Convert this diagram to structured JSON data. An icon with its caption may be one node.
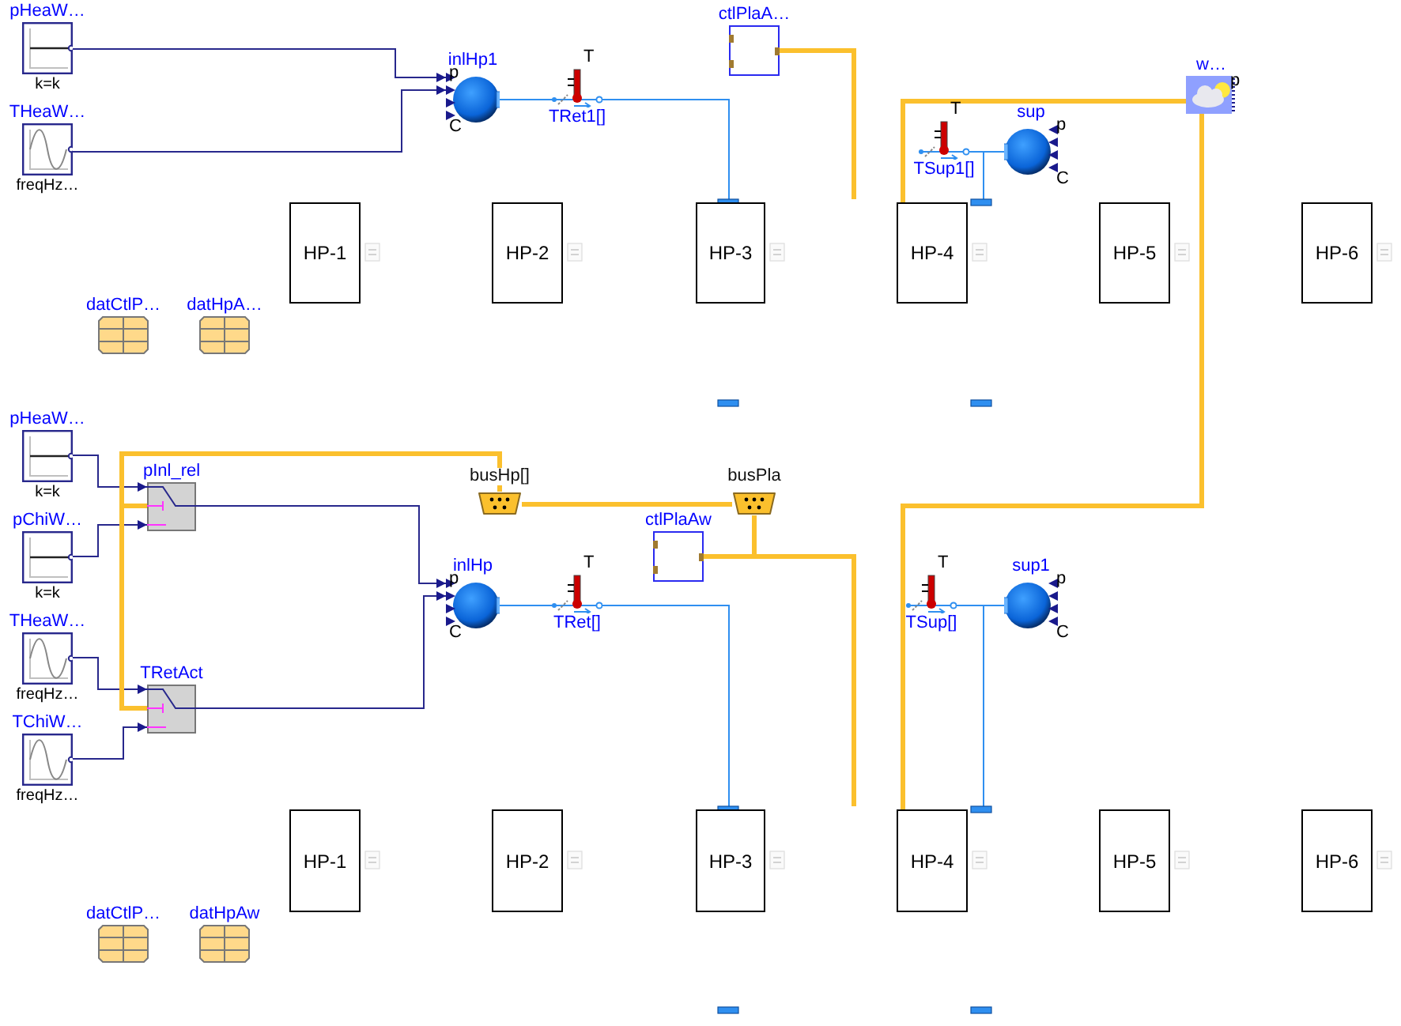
{
  "diagram": {
    "nodes": [
      {
        "text": [
          "pHeaW…",
          "k=k"
        ]
      },
      {
        "text": [
          "THeaW…",
          "freqHz…"
        ]
      },
      {
        "text": [
          "inlHp1"
        ],
        "beside": [
          "p",
          "C"
        ]
      },
      {
        "text": [
          "TRet1[]"
        ],
        "beside": [
          "T"
        ]
      },
      {
        "text": [
          "ctlPlaA…"
        ]
      },
      {
        "text": [
          "w…"
        ],
        "beside": [
          "p"
        ]
      },
      {
        "text": [
          "TSup1[]"
        ],
        "beside": [
          "T"
        ]
      },
      {
        "text": [
          "sup"
        ],
        "beside": [
          "p",
          "C"
        ]
      },
      {
        "text": [
          "HP-1"
        ]
      },
      {
        "text": [
          "HP-2"
        ]
      },
      {
        "text": [
          "HP-3"
        ]
      },
      {
        "text": [
          "HP-4"
        ]
      },
      {
        "text": [
          "HP-5"
        ]
      },
      {
        "text": [
          "HP-6"
        ]
      },
      {
        "text": [
          "datCtlP…"
        ]
      },
      {
        "text": [
          "datHpA…"
        ]
      },
      {
        "text": [
          "pHeaW…",
          "k=k"
        ]
      },
      {
        "text": [
          "pChiW…",
          "k=k"
        ]
      },
      {
        "text": [
          "THeaW…",
          "freqHz…"
        ]
      },
      {
        "text": [
          "TChiW…",
          "freqHz…"
        ]
      },
      {
        "text": [
          "pInl_rel"
        ]
      },
      {
        "text": [
          "TRetAct"
        ]
      },
      {
        "text": [
          "busHp[]"
        ]
      },
      {
        "text": [
          "busPla"
        ]
      },
      {
        "text": [
          "ctlPlaAw"
        ]
      },
      {
        "text": [
          "inlHp"
        ],
        "beside": [
          "p",
          "C"
        ]
      },
      {
        "text": [
          "TRet[]"
        ],
        "beside": [
          "T"
        ]
      },
      {
        "text": [
          "TSup[]"
        ],
        "beside": [
          "T"
        ]
      },
      {
        "text": [
          "sup1"
        ],
        "beside": [
          "p",
          "C"
        ]
      },
      {
        "text": [
          "HP-1"
        ]
      },
      {
        "text": [
          "HP-2"
        ]
      },
      {
        "text": [
          "HP-3"
        ]
      },
      {
        "text": [
          "HP-4"
        ]
      },
      {
        "text": [
          "HP-5"
        ]
      },
      {
        "text": [
          "HP-6"
        ]
      },
      {
        "text": [
          "datCtlP…"
        ]
      },
      {
        "text": [
          "datHpAw"
        ]
      }
    ],
    "edges": [
      {
        "from": 0,
        "to": 2,
        "arrow": "to",
        "color": "#28288c"
      },
      {
        "from": 1,
        "to": 2,
        "arrow": "to",
        "color": "#28288c"
      },
      {
        "from": 2,
        "to": 3,
        "arrow": "none",
        "color": "#2f8ff0"
      },
      {
        "from": 3,
        "to": 10,
        "arrow": "none",
        "color": "#2f8ff0"
      },
      {
        "from": 4,
        "to": null,
        "arrow": "none",
        "style": "thick",
        "color": "#fbc02d"
      },
      {
        "from": 5,
        "to": 11,
        "arrow": "none",
        "style": "thick",
        "color": "#fbc02d"
      },
      {
        "from": 5,
        "to": 32,
        "arrow": "none",
        "style": "thick",
        "color": "#fbc02d"
      },
      {
        "from": 11,
        "to": 7,
        "arrow": "none",
        "color": "#2f8ff0"
      },
      {
        "from": 6,
        "to": 7,
        "arrow": "none",
        "color": "#2f8ff0"
      },
      {
        "from": 16,
        "to": 20,
        "arrow": "to",
        "color": "#28288c"
      },
      {
        "from": 17,
        "to": 20,
        "arrow": "to",
        "color": "#28288c"
      },
      {
        "from": 18,
        "to": 21,
        "arrow": "to",
        "color": "#28288c"
      },
      {
        "from": 19,
        "to": 21,
        "arrow": "to",
        "color": "#28288c"
      },
      {
        "from": 22,
        "to": 20,
        "arrow": "none",
        "style": "thick",
        "color": "#fbc02d"
      },
      {
        "from": 22,
        "to": 21,
        "arrow": "none",
        "style": "thick",
        "color": "#fbc02d"
      },
      {
        "from": 20,
        "to": 25,
        "arrow": "to",
        "color": "#28288c"
      },
      {
        "from": 21,
        "to": 25,
        "arrow": "to",
        "color": "#28288c"
      },
      {
        "from": 25,
        "to": 26,
        "arrow": "none",
        "color": "#2f8ff0"
      },
      {
        "from": 26,
        "to": 31,
        "arrow": "none",
        "color": "#2f8ff0"
      },
      {
        "from": 22,
        "to": 23,
        "arrow": "none",
        "style": "thick",
        "color": "#fbc02d"
      },
      {
        "from": 23,
        "to": 24,
        "arrow": "none",
        "style": "thick",
        "color": "#fbc02d"
      },
      {
        "from": 24,
        "to": null,
        "arrow": "none",
        "style": "thick",
        "color": "#fbc02d"
      },
      {
        "from": 32,
        "to": 28,
        "arrow": "none",
        "color": "#2f8ff0"
      },
      {
        "from": 27,
        "to": 28,
        "arrow": "none",
        "color": "#2f8ff0"
      }
    ]
  }
}
